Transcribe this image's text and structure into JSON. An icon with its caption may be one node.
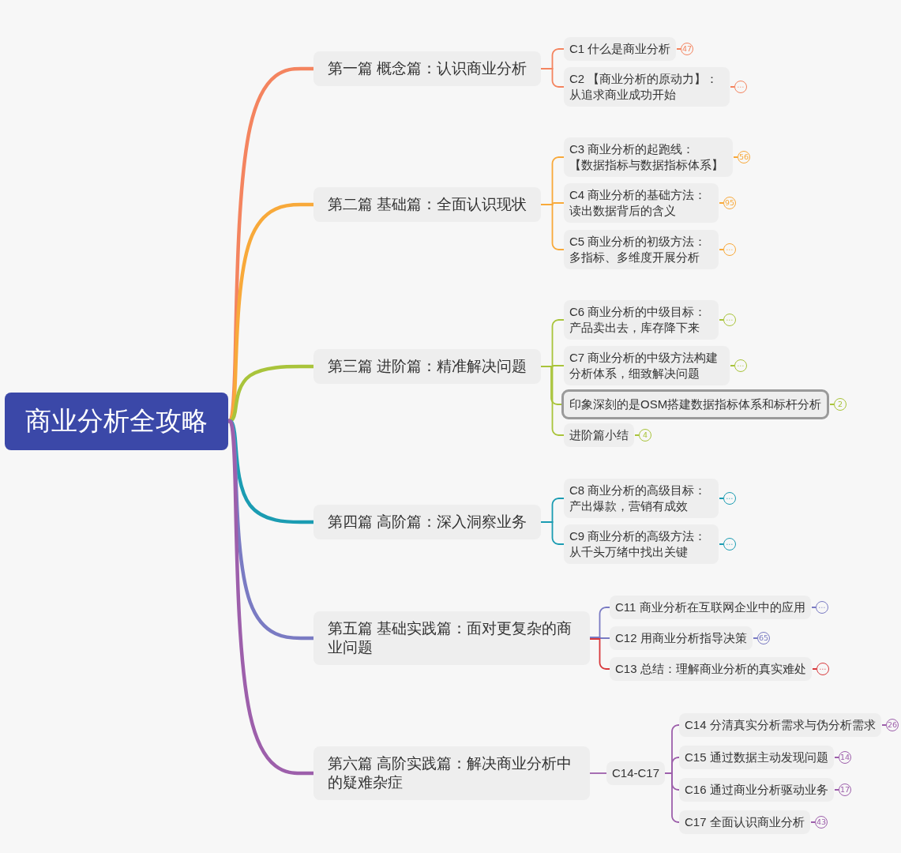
{
  "diagram": {
    "nodes": [
      {
        "text": [
          "商业分析全攻略"
        ]
      },
      {
        "text": [
          "第一篇 概念篇：认识商业分析"
        ]
      },
      {
        "text": [
          "C1 什么是商业分析"
        ],
        "beside": [
          "47"
        ]
      },
      {
        "text": [
          "C2 【商业分析的原动力】：从追求商业成功开始"
        ],
        "beside": [
          "⋯"
        ]
      },
      {
        "text": [
          "第二篇 基础篇：全面认识现状"
        ]
      },
      {
        "text": [
          "C3 商业分析的起跑线：【数据指标与数据指标体系】"
        ],
        "beside": [
          "56"
        ]
      },
      {
        "text": [
          "C4 商业分析的基础方法：读出数据背后的含义"
        ],
        "beside": [
          "95"
        ]
      },
      {
        "text": [
          "C5 商业分析的初级方法：多指标、多维度开展分析"
        ],
        "beside": [
          "⋯"
        ]
      },
      {
        "text": [
          "第三篇 进阶篇：精准解决问题"
        ]
      },
      {
        "text": [
          "C6 商业分析的中级目标：产品卖出去，库存降下来"
        ],
        "beside": [
          "⋯"
        ]
      },
      {
        "text": [
          "C7 商业分析的中级方法构建分析体系，细致解决问题"
        ],
        "beside": [
          "⋯"
        ]
      },
      {
        "text": [
          "印象深刻的是OSM搭建数据指标体系和标杆分析"
        ],
        "beside": [
          "2"
        ]
      },
      {
        "text": [
          "进阶篇小结"
        ],
        "beside": [
          "4"
        ]
      },
      {
        "text": [
          "第四篇 高阶篇：深入洞察业务"
        ]
      },
      {
        "text": [
          "C8 商业分析的高级目标：产出爆款，营销有成效"
        ],
        "beside": [
          "⋯"
        ]
      },
      {
        "text": [
          "C9 商业分析的高级方法：从千头万绪中找出关键"
        ],
        "beside": [
          "⋯"
        ]
      },
      {
        "text": [
          "第五篇 基础实践篇：面对更复杂的商业问题"
        ]
      },
      {
        "text": [
          "C11 商业分析在互联网企业中的应用"
        ],
        "beside": [
          "⋯"
        ]
      },
      {
        "text": [
          "C12 用商业分析指导决策"
        ],
        "beside": [
          "65"
        ]
      },
      {
        "text": [
          "C13 总结：理解商业分析的真实难处"
        ],
        "beside": [
          "⋯"
        ]
      },
      {
        "text": [
          "第六篇 高阶实践篇：解决商业分析中的疑难杂症"
        ]
      },
      {
        "text": [
          "C14-C17"
        ]
      },
      {
        "text": [
          "C14 分清真实分析需求与伪分析需求"
        ],
        "beside": [
          "26"
        ]
      },
      {
        "text": [
          "C15 通过数据主动发现问题"
        ],
        "beside": [
          "14"
        ]
      },
      {
        "text": [
          "C16 通过商业分析驱动业务"
        ],
        "beside": [
          "17"
        ]
      },
      {
        "text": [
          "C17 全面认识商业分析"
        ],
        "beside": [
          "43"
        ]
      }
    ],
    "edges": [
      {
        "from": 0,
        "to": 1,
        "arrow": "none",
        "style": "thick",
        "color": "#f4845f"
      },
      {
        "from": 1,
        "to": 2,
        "arrow": "none",
        "color": "#f4845f"
      },
      {
        "from": 1,
        "to": 3,
        "arrow": "none",
        "color": "#f4845f"
      },
      {
        "from": 0,
        "to": 4,
        "arrow": "none",
        "style": "thick",
        "color": "#f8a93a"
      },
      {
        "from": 4,
        "to": 5,
        "arrow": "none",
        "color": "#f8a93a"
      },
      {
        "from": 4,
        "to": 6,
        "arrow": "none",
        "color": "#f8a93a"
      },
      {
        "from": 4,
        "to": 7,
        "arrow": "none",
        "color": "#f8a93a"
      },
      {
        "from": 0,
        "to": 8,
        "arrow": "none",
        "style": "thick",
        "color": "#a9c43b"
      },
      {
        "from": 8,
        "to": 9,
        "arrow": "none",
        "color": "#a9c43b"
      },
      {
        "from": 8,
        "to": 10,
        "arrow": "none",
        "color": "#a9c43b"
      },
      {
        "from": 8,
        "to": 11,
        "arrow": "none",
        "color": "#a9c43b"
      },
      {
        "from": 8,
        "to": 12,
        "arrow": "none",
        "color": "#a9c43b"
      },
      {
        "from": 0,
        "to": 13,
        "arrow": "none",
        "style": "thick",
        "color": "#1b9cb2"
      },
      {
        "from": 13,
        "to": 14,
        "arrow": "none",
        "color": "#1b9cb2"
      },
      {
        "from": 13,
        "to": 15,
        "arrow": "none",
        "color": "#1b9cb2"
      },
      {
        "from": 0,
        "to": 16,
        "arrow": "none",
        "style": "thick",
        "color": "#7a7bc3"
      },
      {
        "from": 16,
        "to": 17,
        "arrow": "none",
        "color": "#7a7bc3"
      },
      {
        "from": 16,
        "to": 18,
        "arrow": "none",
        "color": "#7a7bc3"
      },
      {
        "from": 16,
        "to": 19,
        "arrow": "none",
        "color": "#d8393c"
      },
      {
        "from": 0,
        "to": 20,
        "arrow": "none",
        "style": "thick",
        "color": "#9d5fab"
      },
      {
        "from": 20,
        "to": 21,
        "arrow": "none",
        "color": "#9d5fab"
      },
      {
        "from": 21,
        "to": 22,
        "arrow": "none",
        "color": "#9d5fab"
      },
      {
        "from": 21,
        "to": 23,
        "arrow": "none",
        "color": "#9d5fab"
      },
      {
        "from": 21,
        "to": 24,
        "arrow": "none",
        "color": "#9d5fab"
      },
      {
        "from": 21,
        "to": 25,
        "arrow": "none",
        "color": "#9d5fab"
      }
    ]
  }
}
